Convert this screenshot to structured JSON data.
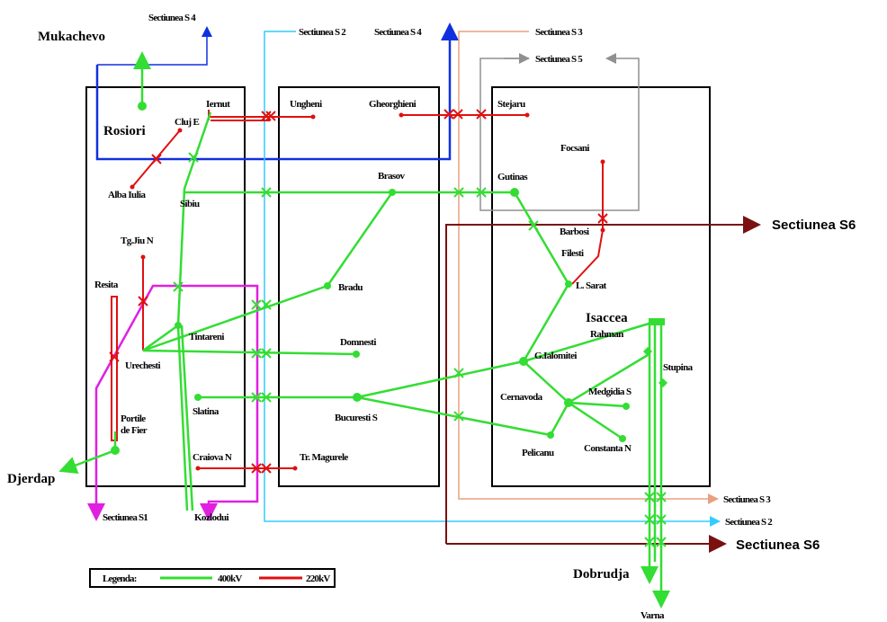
{
  "colors": {
    "kv400": "#33dd33",
    "kv220": "#e01010",
    "s1": "#e020e0",
    "s2": "#33ccff",
    "s3": "#e8a080",
    "s4": "#1030e0",
    "s5": "#909090",
    "s6": "#7a1010",
    "frame": "#000000"
  },
  "legend": {
    "title": "Legenda:",
    "kv400": "400kV",
    "kv220": "220kV"
  },
  "external": {
    "mukachevo": "Mukachevo",
    "rosiori": "Rosiori",
    "djerdap": "Djerdap",
    "isaccea": "Isaccea",
    "rahman": "Rahman",
    "stupina": "Stupina",
    "dobrudja": "Dobrudja",
    "varna": "Varna"
  },
  "sections": {
    "s1": "Sectiunea S1",
    "s2": "Sectiunea S 2",
    "s3": "Sectiunea S 3",
    "s4": "Sectiunea S 4",
    "s5": "Sectiunea S 5",
    "s6": "Sectiunea S6"
  },
  "nodes": {
    "cluj": "Cluj E",
    "iernut": "Iernut",
    "alba": "Alba Iulia",
    "sibiu": "Sibiu",
    "tgjiu": "Tg.Jiu N",
    "resita": "Resita",
    "urechesti": "Urechesti",
    "tantareni": "Tintareni",
    "slatina": "Slatina",
    "portile": "Portile",
    "de_fier": "de Fier",
    "craiova": "Craiova N",
    "kozlodui": "Kozlodui",
    "ungheni": "Ungheni",
    "gheorghieni": "Gheorghieni",
    "brasov": "Brasov",
    "bradu": "Bradu",
    "domnesti": "Domnesti",
    "bucuresti": "Bucuresti S",
    "trmagurele": "Tr. Magurele",
    "stejaru": "Stejaru",
    "focsani": "Focsani",
    "gutinas": "Gutinas",
    "barbosi": "Barbosi",
    "filesti": "Filesti",
    "lsarat": "L. Sarat",
    "gialomita": "G.Ialomitei",
    "cernavoda": "Cernavoda",
    "medgidia": "Medgidia S",
    "pelicanu": "Pelicanu",
    "constanta": "Constanta N"
  }
}
